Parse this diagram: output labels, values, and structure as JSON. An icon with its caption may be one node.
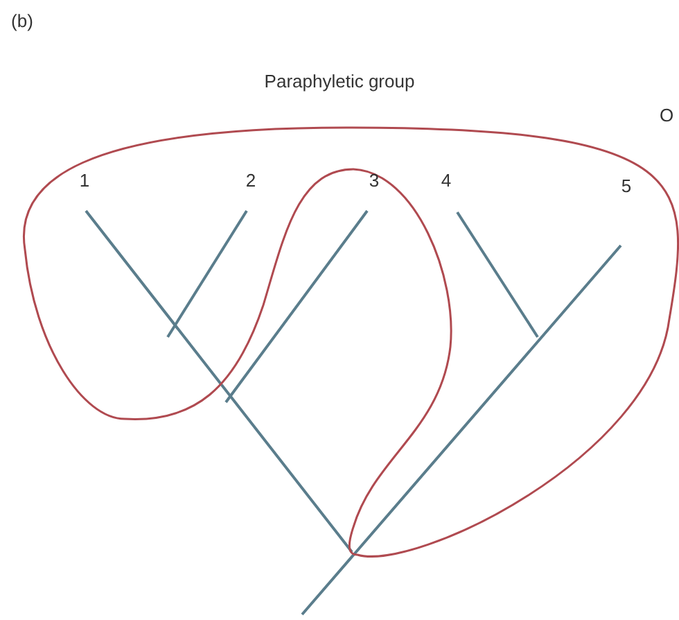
{
  "diagram": {
    "title": "Paraphyletic group",
    "labels": [
      "(b)",
      "O",
      "1",
      "2",
      "3",
      "4",
      "5"
    ]
  }
}
